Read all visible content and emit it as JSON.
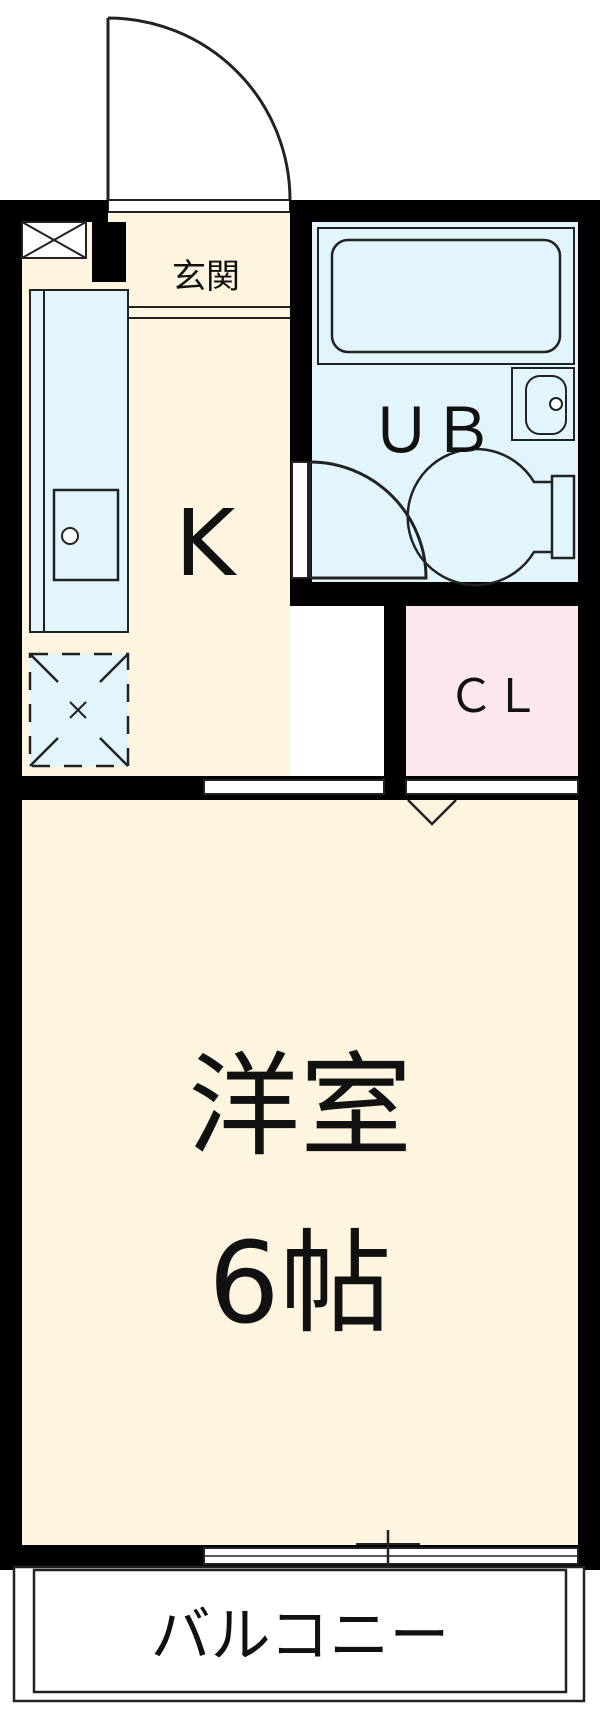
{
  "rooms": {
    "entrance": "玄関",
    "kitchen": "K",
    "unit_bath": "ＵＢ",
    "closet": "ＣＬ",
    "western_room": "洋室",
    "western_room_size": "6帖",
    "balcony": "バルコニー"
  },
  "colors": {
    "wall": "#000000",
    "floor": "#fdf5df",
    "bath": "#e2f4fc",
    "closet": "#fde7ef",
    "fixture_line": "#222222"
  }
}
